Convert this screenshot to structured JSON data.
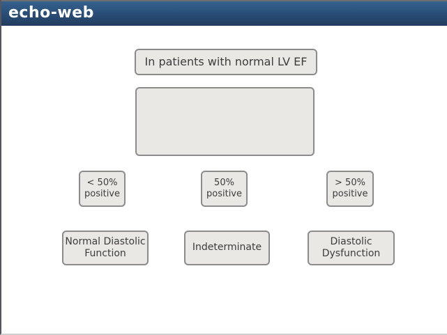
{
  "header": {
    "title": "echo-web"
  },
  "diagram": {
    "title_box": "In patients with normal LV EF",
    "condition_boxes": [
      "< 50%\npositive",
      "50%\npositive",
      "> 50%\npositive"
    ],
    "outcome_boxes": [
      "Normal Diastolic\nFunction",
      "Indeterminate",
      "Diastolic\nDysfunction"
    ]
  },
  "colors": {
    "header_gradient_top": "#35618c",
    "header_gradient_bottom": "#223c5e",
    "box_background": "#e9e8e5",
    "box_border": "#8b8b8b",
    "box_text": "#3c3c3c"
  }
}
